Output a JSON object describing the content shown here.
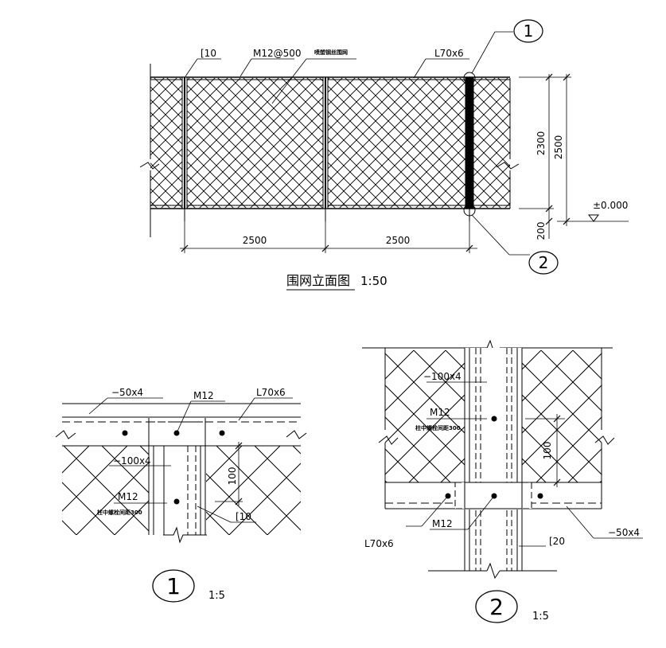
{
  "elevation": {
    "title": "围网立面图",
    "scale": "1:50",
    "labels": {
      "channel_c10": "[10",
      "bolt_spacing": "M12@500",
      "mesh_note": "喷塑钢丝围网",
      "angle_steel": "L70x6",
      "bay_width_1": "2500",
      "bay_width_2": "2500",
      "height_2300": "2300",
      "height_2500": "2500",
      "height_200": "200",
      "elevation_level": "±0.000",
      "callout_1": "1",
      "callout_2": "2"
    }
  },
  "detail_1": {
    "number": "1",
    "scale": "1:5",
    "labels": {
      "flat_bar_50": "−50x4",
      "bolt": "M12",
      "angle_steel": "L70x6",
      "flat_bar_100": "−100x4",
      "bolt_2": "M12",
      "bolt_note": "柱中螺栓间距300",
      "dim_100": "100",
      "channel": "[10"
    }
  },
  "detail_2": {
    "number": "2",
    "scale": "1:5",
    "labels": {
      "flat_bar_100": "−100x4",
      "bolt": "M12",
      "bolt_note": "柱中螺栓间距300",
      "dim_100": "100",
      "bolt_2": "M12",
      "angle_steel": "L70x6",
      "channel": "[20",
      "flat_bar_50": "−50x4"
    }
  }
}
